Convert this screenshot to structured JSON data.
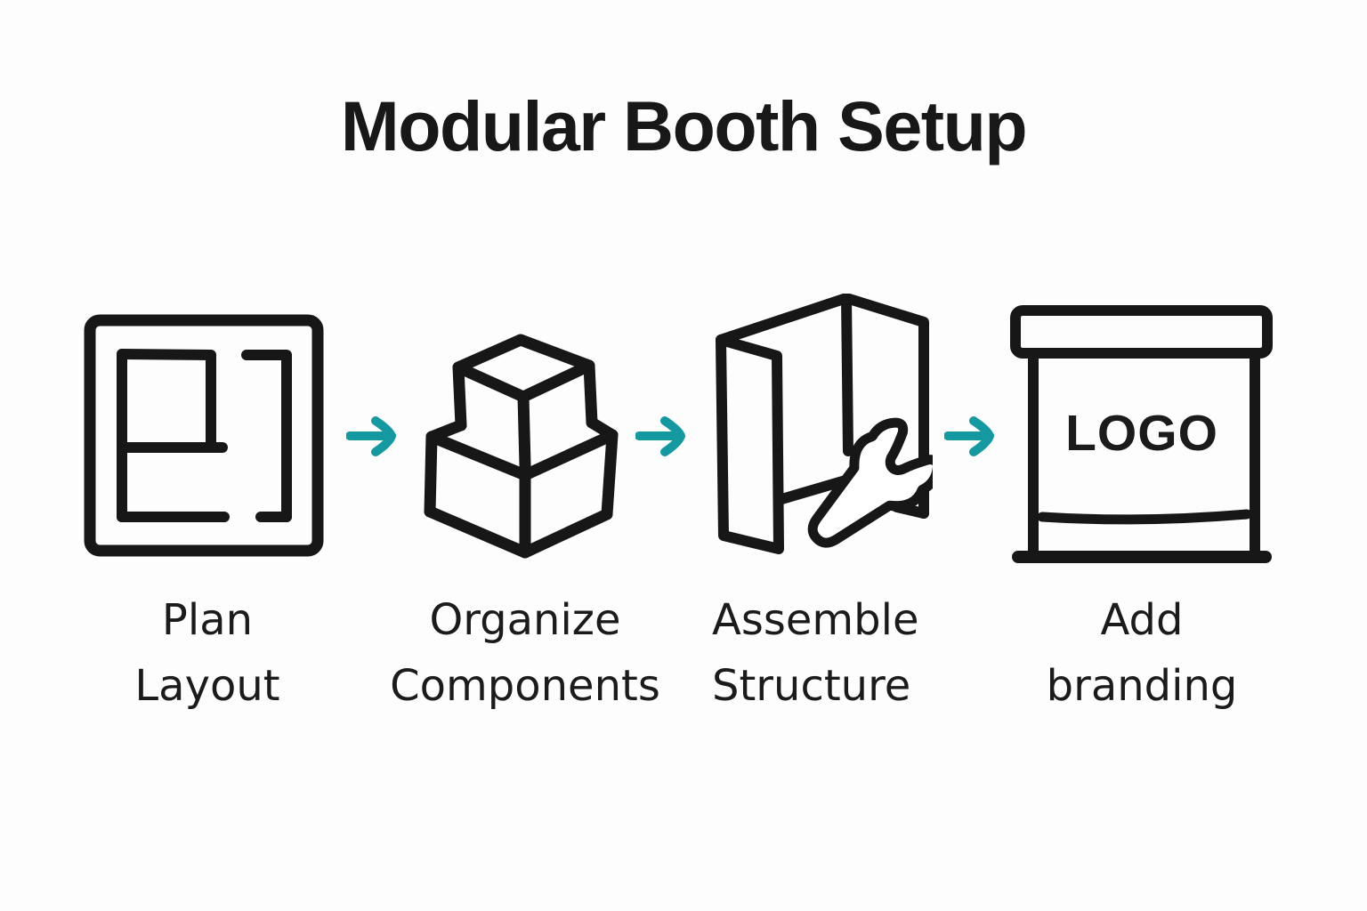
{
  "title": "Modular Booth Setup",
  "colors": {
    "ink": "#171717",
    "accent_teal": "#1599a1",
    "background": "#fdfdfd"
  },
  "steps": [
    {
      "icon": "floor-plan-icon",
      "line1": "Plan",
      "line2": "Layout"
    },
    {
      "icon": "stacked-boxes-icon",
      "line1": "Organize",
      "line2": "Components"
    },
    {
      "icon": "booth-walls-wrench-icon",
      "line1": "Assemble",
      "line2": "Structure"
    },
    {
      "icon": "branded-booth-icon",
      "line1": "Add",
      "line2": "branding",
      "booth_sign_text": "LOGO"
    }
  ],
  "connector_icon": "right-arrow-icon"
}
